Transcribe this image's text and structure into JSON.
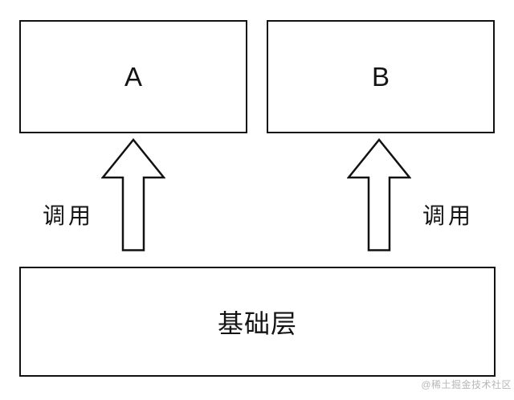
{
  "diagram": {
    "background_color": "#ffffff",
    "line_color": "#121212",
    "text_color": "#141414",
    "watermark_color": "#b7b7b7",
    "boxes": {
      "module_a": {
        "label": "A"
      },
      "module_b": {
        "label": "B"
      },
      "base_layer": {
        "label": "基础层"
      }
    },
    "arrows": {
      "left": {
        "label": "调用",
        "direction": "up"
      },
      "right": {
        "label": "调用",
        "direction": "up"
      }
    },
    "watermark": "@稀土掘金技术社区"
  }
}
